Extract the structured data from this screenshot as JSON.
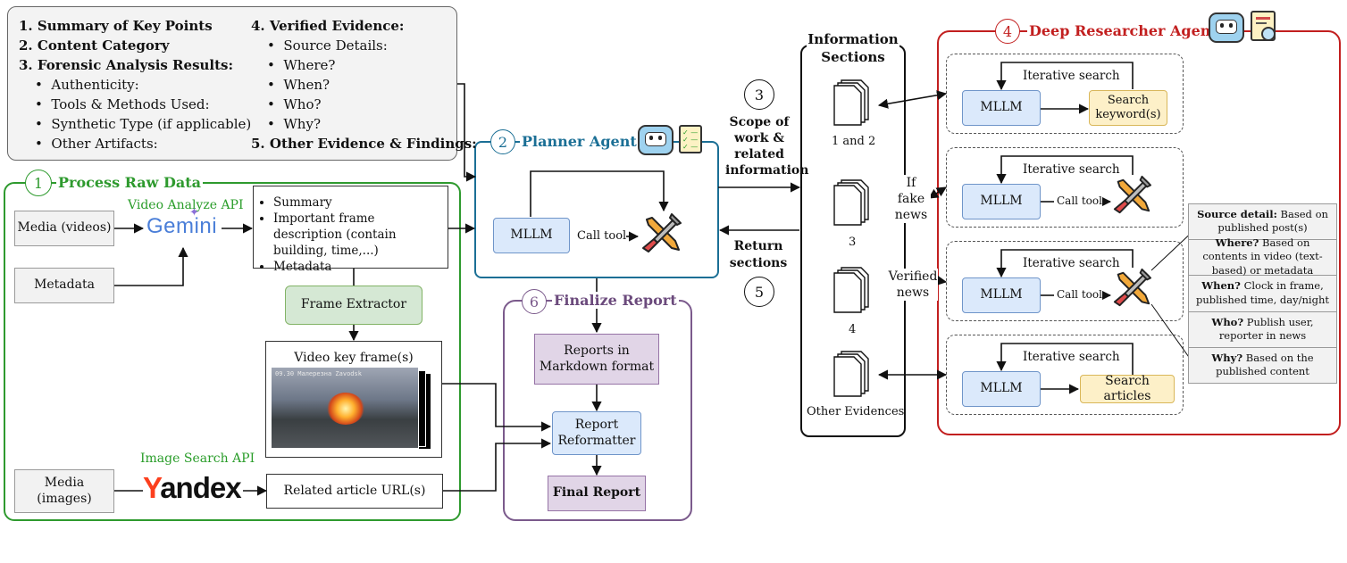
{
  "top_list": {
    "col1": [
      "1. Summary of Key Points",
      "2. Content Category",
      "3. Forensic Analysis Results:",
      "Authenticity:",
      "Tools & Methods Used:",
      "Synthetic Type (if applicable)",
      "Other Artifacts:"
    ],
    "col2": [
      "4. Verified Evidence:",
      "Source Details:",
      "Where?",
      "When?",
      "Who?",
      "Why?",
      "5. Other Evidence & Findings:"
    ]
  },
  "process": {
    "number": "1",
    "title": "Process Raw Data",
    "media_videos": "Media (videos)",
    "metadata": "Metadata",
    "video_api": "Video Analyze API",
    "gemini": "Gemini",
    "summary_items": [
      "Summary",
      "Important frame description (contain building, time,...)",
      "Metadata"
    ],
    "frame_extractor": "Frame Extractor",
    "key_frames": "Video key frame(s)",
    "frame_overlay_text": "09.30 Малерезна Zavodsk",
    "image_api": "Image Search API",
    "media_images": "Media (images)",
    "yandex": "Yandex",
    "related_urls": "Related article URL(s)"
  },
  "planner": {
    "number": "2",
    "title": "Planner Agent",
    "mllm": "MLLM",
    "call_tool": "Call tool"
  },
  "finalize": {
    "number": "6",
    "title": "Finalize Report",
    "reports_md": "Reports in Markdown format",
    "reformatter": "Report Reformatter",
    "final_report": "Final Report"
  },
  "steps": {
    "step3": "3",
    "step3_label": "Scope of work & related information",
    "step5": "5",
    "step5_label": "Return sections"
  },
  "info": {
    "title": "Information Sections",
    "doc1": "1 and 2",
    "doc2": "3",
    "doc3": "4",
    "doc4": "Other Evidences",
    "if_fake": "If fake news",
    "verified": "Verified news"
  },
  "researcher": {
    "number": "4",
    "title": "Deep Researcher Agent",
    "iterative": "Iterative search",
    "mllm": "MLLM",
    "search_keywords": "Search keyword(s)",
    "call_tool": "Call tool",
    "search_articles": "Search articles"
  },
  "legend": [
    {
      "bold": "Source detail:",
      "text": " Based on published post(s)"
    },
    {
      "bold": "Where?",
      "text": " Based on contents in video (text-based) or metadata"
    },
    {
      "bold": "When?",
      "text": " Clock in frame, published time, day/night"
    },
    {
      "bold": "Who?",
      "text": " Publish user, reporter in news"
    },
    {
      "bold": "Why?",
      "text": " Based on the published content"
    }
  ],
  "colors": {
    "process_green": "#2e9a2e",
    "planner_blue": "#1b6f95",
    "finalize_purple": "#7b5a8c",
    "researcher_red": "#c21f1f",
    "image_api_green": "#2a9d2a",
    "yandex_red": "#fc3f1d"
  }
}
